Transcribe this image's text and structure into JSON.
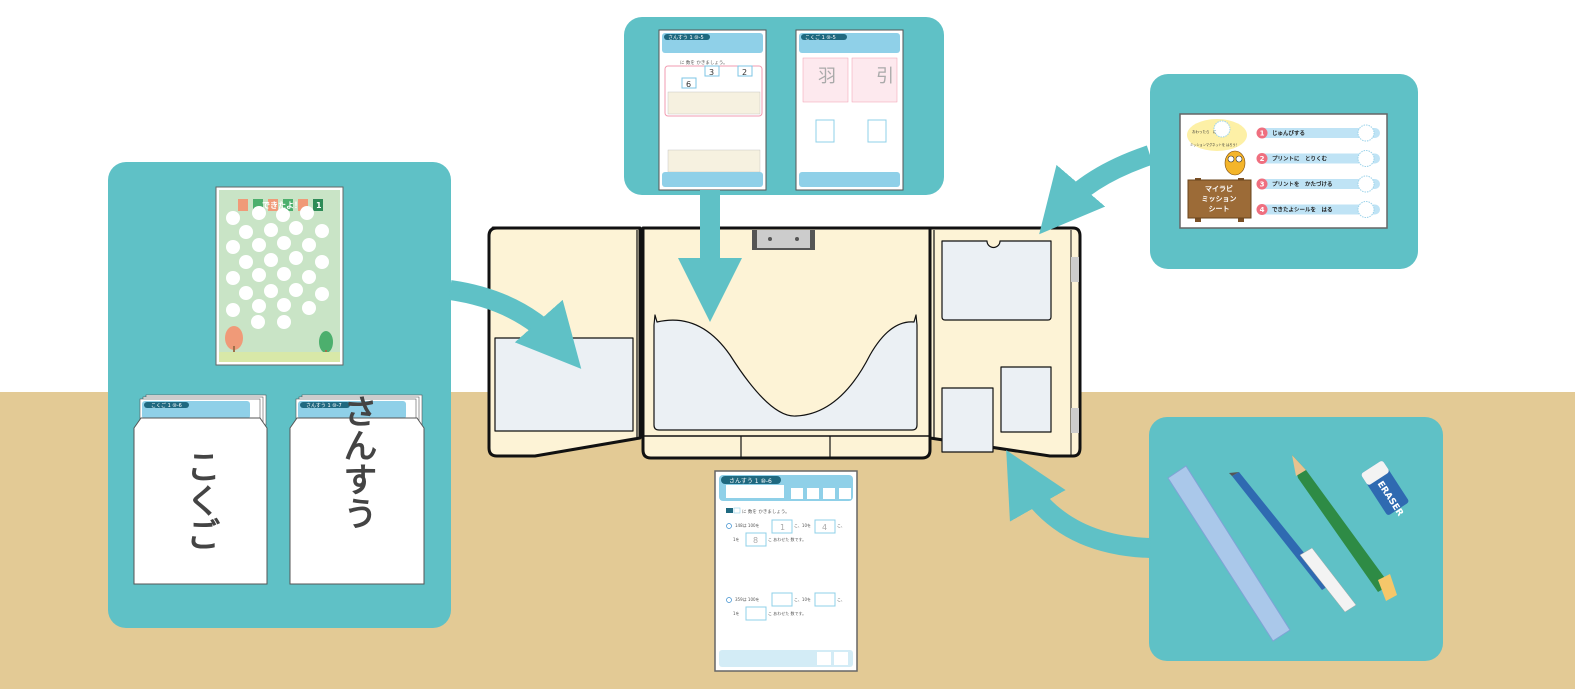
{
  "colors": {
    "teal": "#5fc1c6",
    "floor": "#e3ca95",
    "folder": "#fdf3d6",
    "pocket": "#ebf0f4",
    "sheet_header": "#8fd0e8"
  },
  "sticker_sheet": {
    "title": "できたよ！",
    "badge": "1"
  },
  "envelopes": [
    {
      "label": "こくご",
      "worksheet_title": "こくご 1 ⑩-6"
    },
    {
      "label": "さんすう",
      "worksheet_title": "さんすう 1 ⑩-7"
    }
  ],
  "top_worksheets": [
    {
      "title": "さんすう 1 ⑩-5",
      "prompt": "に 数を かきましょう。",
      "values": [
        "3",
        "2",
        "6"
      ]
    },
    {
      "title": "こくご 1 ⑩-5",
      "kanji": [
        "羽",
        "引"
      ]
    }
  ],
  "mission_sheet": {
    "bubble_line1": "おわったら　に",
    "bubble_line2": "ミッションマグネットを はろう！",
    "sign": [
      "マイラビ",
      "ミッション",
      "シート"
    ],
    "steps": [
      {
        "num": "1",
        "text": "じゅんびする"
      },
      {
        "num": "2",
        "text": "プリントに　とりくむ"
      },
      {
        "num": "3",
        "text": "プリントを　かたづける"
      },
      {
        "num": "4",
        "text": "できたよシールを　はる"
      }
    ]
  },
  "bottom_worksheet": {
    "title": "さんすう 1 ⑩-6",
    "prompt": "に 数を かきましょう。",
    "q1": {
      "text1": "148は 100を",
      "v1": "1",
      "text2": "こ、10を",
      "v2": "4",
      "text3": "こ、",
      "text4": "1を",
      "v3": "8",
      "text5": "こ あわせた 数です。"
    },
    "q2": {
      "text1": "359は 100を",
      "text2": "こ、10を",
      "text3": "こ、",
      "text4": "1を",
      "text5": "こ あわせた 数です。"
    }
  },
  "stationery": {
    "eraser_label": "ERASER"
  }
}
